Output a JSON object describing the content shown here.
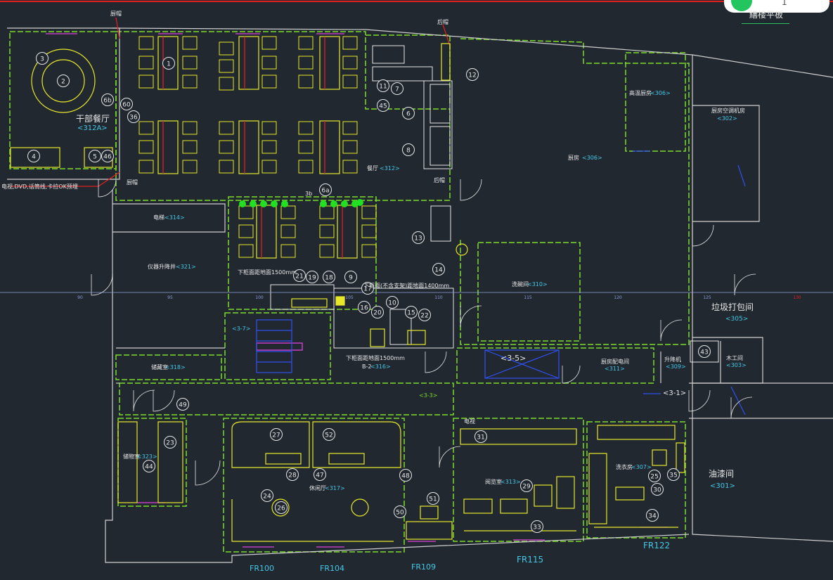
{
  "colors": {
    "background": "#212830",
    "wall": "#e8e8e8",
    "dashed_boundary": "#7ddc2a",
    "furniture": "#e8e82a",
    "accent_red": "#e02020",
    "label_cyan": "#45c8e8",
    "magenta": "#e040e0",
    "blue": "#3050f0",
    "green_marker": "#22e022"
  },
  "overlay": {
    "number": "1",
    "text": "繕楼平板"
  },
  "rooms": [
    {
      "name": "干部餐厅",
      "code": "<312A>"
    },
    {
      "name": "餐厅",
      "code": "<312>"
    },
    {
      "name": "厨房",
      "code": "<306>"
    },
    {
      "name": "高温厨房",
      "code": "<306>"
    },
    {
      "name": "厨房空调机房",
      "code": "<302>"
    },
    {
      "name": "垃圾打包间",
      "code": "<305>"
    },
    {
      "name": "电梯",
      "code": "<314>"
    },
    {
      "name": "仪器升降井",
      "code": "<321>"
    },
    {
      "name": "洗碗间",
      "code": "<310>"
    },
    {
      "name": "储藏室",
      "code": "<318>"
    },
    {
      "name": "厨房配电间",
      "code": "<311>"
    },
    {
      "name": "升降机",
      "code": "<309>"
    },
    {
      "name": "木工间",
      "code": "<303>"
    },
    {
      "name": "油漆间",
      "code": "<301>"
    },
    {
      "name": "休闲厅",
      "code": "<317>"
    },
    {
      "name": "阅览室",
      "code": "<313>"
    },
    {
      "name": "洗衣房",
      "code": "<307>"
    },
    {
      "name": "储物室",
      "code": "<323>"
    },
    {
      "name": "B-2",
      "code": "<316>"
    }
  ],
  "notes": {
    "dvd_note": "电视,DVD,话筒线,卡拉OK预埋",
    "counter_1500": "下柜面距地面1500mm",
    "counter_1400": "下柜面(不含支架)距地面1400mm",
    "counter_1500b": "下柜面距地面1500mm",
    "stair_3_7": "<3-7>",
    "stair_3_5": "<3-5>",
    "stair_3_1": "<3-1>",
    "corridor": "<3-3>",
    "chu_mao_1": "厨帽",
    "chu_mao_2": "厨帽",
    "hou_mao_1": "后帽",
    "hou_mao_2": "后帽",
    "tag_3b": "3b",
    "dian_shi": "电视"
  },
  "axis_labels": [
    "90",
    "95",
    "100",
    "105",
    "110",
    "115",
    "120",
    "125",
    "130"
  ],
  "fr_labels": [
    "FR100",
    "FR104",
    "FR109",
    "FR115",
    "FR122"
  ],
  "callouts": [
    "2",
    "3",
    "1",
    "6b",
    "60",
    "36",
    "4",
    "5",
    "46",
    "45",
    "11",
    "7",
    "12",
    "6",
    "8",
    "13",
    "14",
    "6a",
    "21",
    "19",
    "18",
    "9",
    "17",
    "16",
    "20",
    "10",
    "15",
    "22",
    "43",
    "49",
    "27",
    "52",
    "28",
    "47",
    "48",
    "24",
    "26",
    "50",
    "51",
    "31",
    "33",
    "29",
    "25",
    "30",
    "34",
    "35",
    "23",
    "44"
  ]
}
